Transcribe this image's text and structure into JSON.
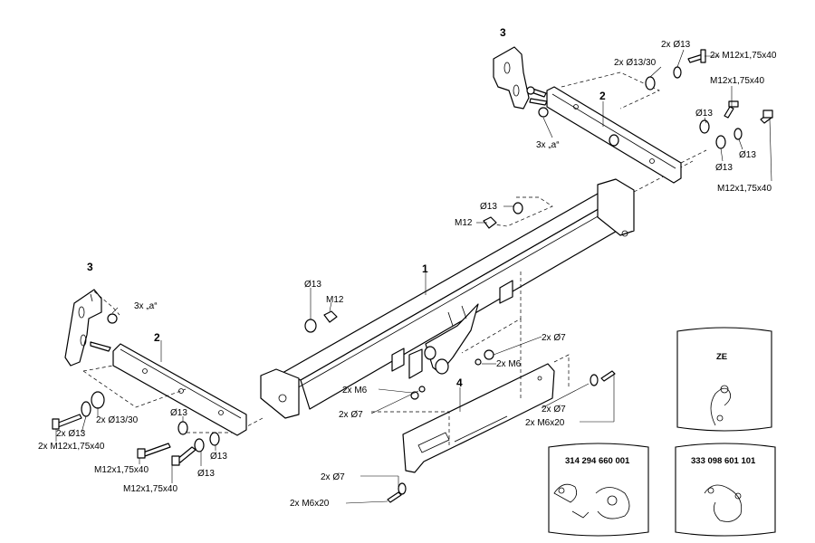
{
  "callouts": {
    "p1": "1",
    "p2_top": "2",
    "p2_left": "2",
    "p3_top": "3",
    "p3_left": "3",
    "p4": "4"
  },
  "labels": {
    "t_2x_d13": "2x Ø13",
    "t_2x_m12x175x40": "2x M12x1,75x40",
    "t_2x_d13_30": "2x Ø13/30",
    "t_m12x175x40_a": "M12x1,75x40",
    "t_d13_a": "Ø13",
    "t_d13_b": "Ø13",
    "t_d13_c": "Ø13",
    "t_m12x175x40_b": "M12x1,75x40",
    "t_3x_a_top": "3x „a“",
    "t_d13_mid": "Ø13",
    "t_m12_mid": "M12",
    "t_3x_a_left": "3x „a“",
    "t_d13_center": "Ø13",
    "t_m12_center": "M12",
    "t_2x_d7_right": "2x Ø7",
    "t_2x_m6_right": "2x M6",
    "t_2x_m6_left": "2x M6",
    "t_2x_d7_left": "2x Ø7",
    "t_2x_d7_mount": "2x Ø7",
    "t_2x_m6x20_mount": "2x M6x20",
    "l_2x_d13_30": "2x Ø13/30",
    "l_2x_d13": "2x Ø13",
    "l_2x_m12x175x40": "2x M12x1,75x40",
    "l_d13_a": "Ø13",
    "l_d13_b": "Ø13",
    "l_d13_c": "Ø13",
    "l_m12x175x40_a": "M12x1,75x40",
    "l_m12x175x40_b": "M12x1,75x40",
    "b_2x_d7": "2x Ø7",
    "b_2x_m6x20": "2x M6x20"
  },
  "bags": {
    "ze": "ZE",
    "code1": "314 294 660 001",
    "code2": "333 098 601 101"
  }
}
